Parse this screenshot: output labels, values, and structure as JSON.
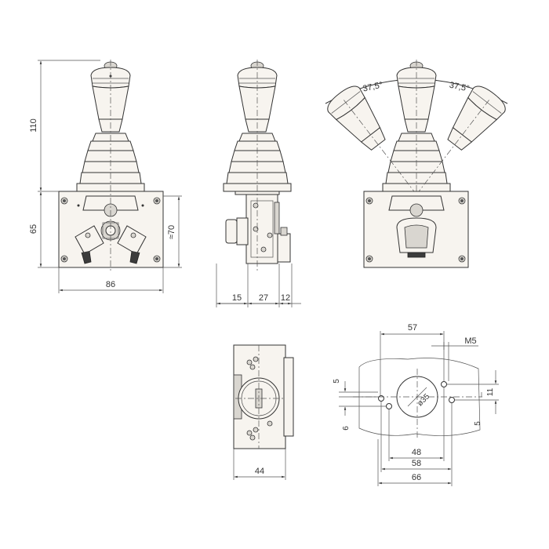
{
  "dimensions": {
    "front_height_handle": "110",
    "front_height_base": "65",
    "front_width": "86",
    "front_side_height": "≈70",
    "side_left": "15",
    "side_mid": "27",
    "side_right": "12",
    "angle_left": "37,5°",
    "angle_right": "37,5°",
    "top_width": "44",
    "cutout_width_top": "57",
    "cutout_thread": "M5",
    "cutout_left_5": "5",
    "cutout_left_6": "6",
    "cutout_right_11": "11",
    "cutout_right_5": "5",
    "cutout_diameter": "ø35",
    "cutout_48": "48",
    "cutout_58": "58",
    "cutout_66": "66"
  },
  "colors": {
    "line": "#333333",
    "body": "#f7f4ef",
    "dark": "#3c3c3c",
    "grey": "#d9d6d0"
  }
}
